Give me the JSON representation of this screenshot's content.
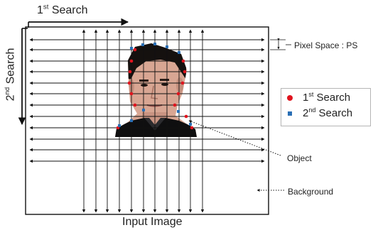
{
  "labels": {
    "first_search_prefix": "1",
    "first_search_sup": "st",
    "first_search_word": " Search",
    "second_search_prefix": "2",
    "second_search_sup": "nd",
    "second_search_word": " Search",
    "pixel_space": "Pixel Space : PS",
    "object": "Object",
    "background": "Background",
    "input_image": "Input Image"
  },
  "legend": {
    "items": [
      {
        "prefix": "1",
        "sup": "st",
        "word": " Search",
        "marker": "circle",
        "color": "#e0141e"
      },
      {
        "prefix": "2",
        "sup": "nd",
        "word": " Search",
        "marker": "square",
        "color": "#2a6fb5"
      }
    ]
  },
  "colors": {
    "first_search": "#e0141e",
    "second_search": "#2a6fb5",
    "grid_lines": "#111111"
  },
  "image": {
    "content": "portrait-photo-of-person"
  }
}
